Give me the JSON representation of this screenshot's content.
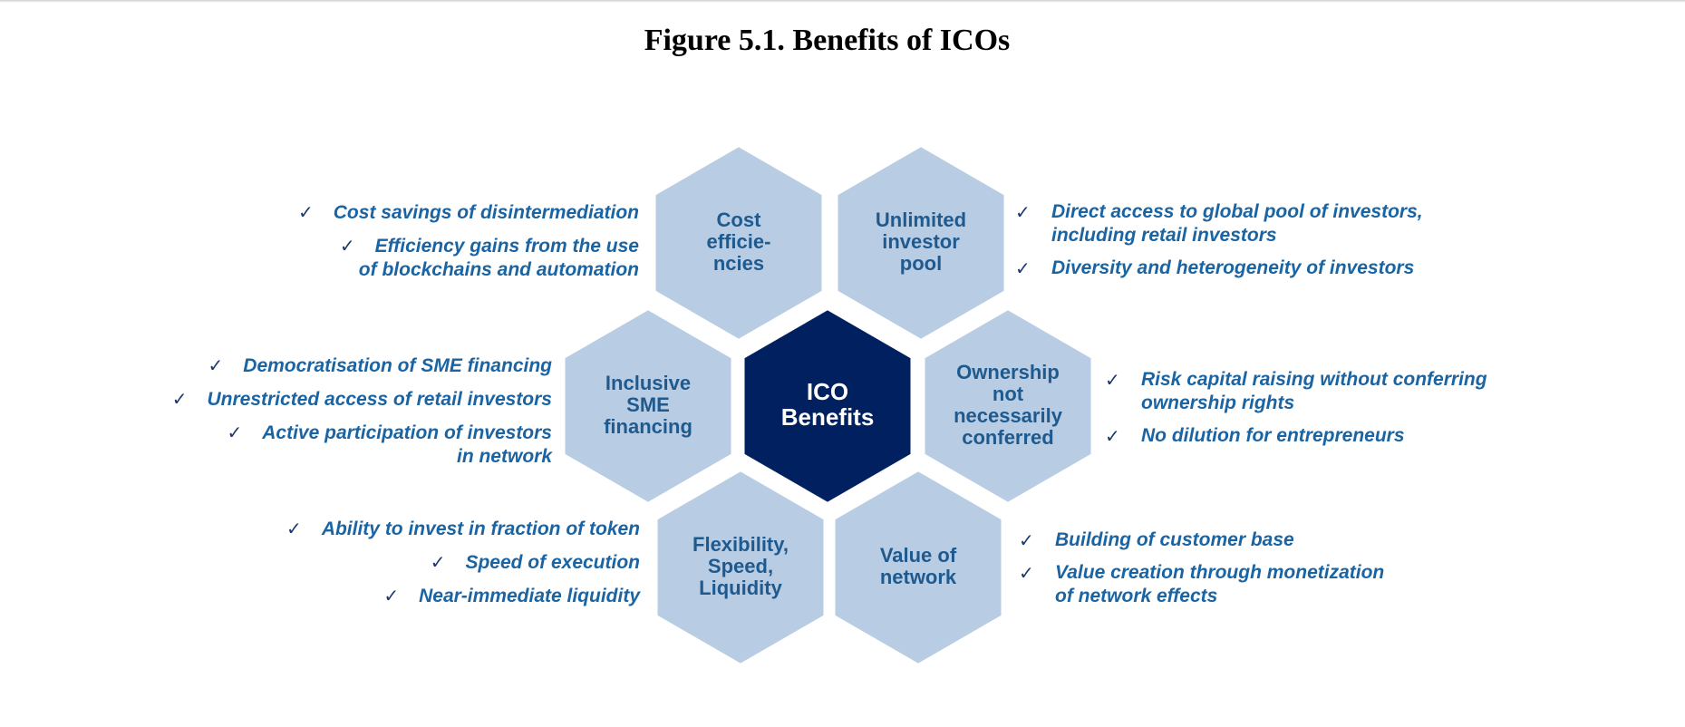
{
  "title": "Figure 5.1. Benefits of ICOs",
  "colors": {
    "hex_fill": "#b8cce4",
    "center_fill": "#002060",
    "hex_text": "#1f5a8f",
    "bullet_text": "#1a64a3",
    "check_mark": "#1a3a6e"
  },
  "check_icon": "✓",
  "hexagons": {
    "center": [
      "ICO",
      "Benefits"
    ],
    "cost": [
      "Cost",
      "efficie-",
      "ncies"
    ],
    "investor": [
      "Unlimited",
      "investor",
      "pool"
    ],
    "inclusive": [
      "Inclusive",
      "SME",
      "financing"
    ],
    "ownership": [
      "Ownership",
      "not",
      "necessarily",
      "conferred"
    ],
    "flexibility": [
      "Flexibility,",
      "Speed,",
      "Liquidity"
    ],
    "value": [
      "Value of",
      "network"
    ]
  },
  "bullets": {
    "cost": [
      [
        "Cost savings of disintermediation"
      ],
      [
        "Efficiency gains from the use",
        "of blockchains and automation"
      ]
    ],
    "investor": [
      [
        "Direct access to global pool of investors,",
        "including retail investors"
      ],
      [
        "Diversity and heterogeneity of investors"
      ]
    ],
    "inclusive": [
      [
        "Democratisation of SME financing"
      ],
      [
        "Unrestricted access of retail investors"
      ],
      [
        "Active participation of investors",
        "in network"
      ]
    ],
    "ownership": [
      [
        "Risk capital raising without conferring",
        "ownership rights"
      ],
      [
        "No dilution for entrepreneurs"
      ]
    ],
    "flexibility": [
      [
        "Ability to invest in fraction of token"
      ],
      [
        "Speed of execution"
      ],
      [
        "Near-immediate liquidity"
      ]
    ],
    "value": [
      [
        "Building of customer base"
      ],
      [
        "Value creation through monetization",
        "of network effects"
      ]
    ]
  }
}
